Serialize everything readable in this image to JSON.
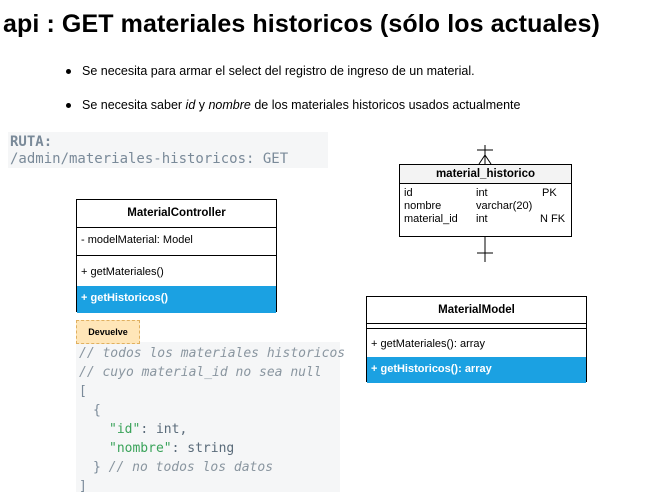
{
  "title": "api : GET materiales historicos (sólo los actuales)",
  "notes": [
    {
      "pre": "Se necesita para armar el select del registro de ingreso de un material.",
      "em1": "",
      "mid": "",
      "em2": "",
      "post": ""
    },
    {
      "pre": "Se necesita saber ",
      "em1": "id",
      "mid": " y ",
      "em2": "nombre",
      "post": " de los materiales historicos usados actualmente"
    }
  ],
  "ruta": {
    "label": "RUTA:",
    "path": "/admin/materiales-historicos: GET"
  },
  "material_controller": {
    "name": "MaterialController",
    "attribute": "- modelMaterial: Model",
    "method1": "+ getMateriales()",
    "method2": "+ getHistoricos()"
  },
  "material_historico": {
    "name": "material_historico",
    "rows": [
      {
        "field": "id",
        "type": "int",
        "key": "PK"
      },
      {
        "field": "nombre",
        "type": "varchar(20)",
        "key": ""
      },
      {
        "field": "material_id",
        "type": "int",
        "key": "N FK"
      }
    ]
  },
  "material_model": {
    "name": "MaterialModel",
    "method1": "+ getMateriales(): array",
    "method2": "+ getHistoricos(): array"
  },
  "devuelve_label": "Devuelve",
  "code": {
    "comment1": "// todos los materiales historicos",
    "comment2": "// cuyo material_id no sea null",
    "open_bracket": "[",
    "open_brace": "{",
    "key_id": "\"id\"",
    "val_id": ": int,",
    "key_nombre": "\"nombre\"",
    "val_nombre": ": string",
    "close_brace": "}",
    "comment3": "// no todos los datos",
    "close_bracket": "]"
  },
  "colors": {
    "selected_row": "#1ba1e2",
    "note_bg": "#ffe6b8",
    "code_bg": "#f5f6f7"
  }
}
